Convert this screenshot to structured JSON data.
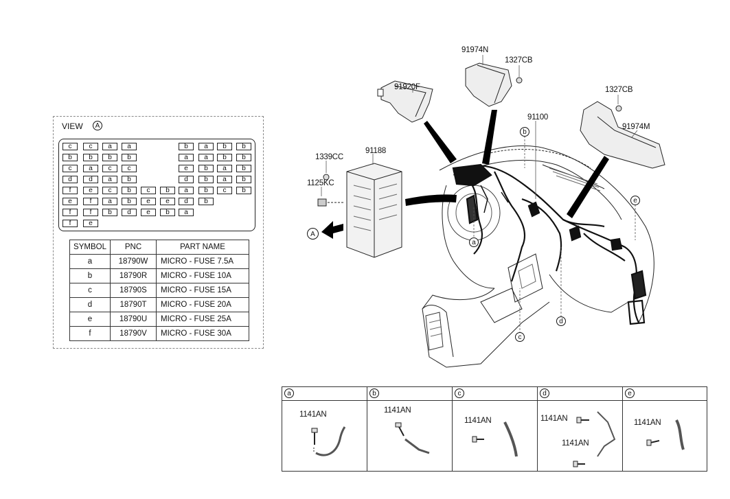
{
  "view": {
    "title": "VIEW",
    "marker": "A",
    "fuse_rows": [
      [
        "c",
        "c",
        "a",
        "a",
        "",
        "",
        "b",
        "a",
        "b",
        "b"
      ],
      [
        "b",
        "b",
        "b",
        "b",
        "",
        "",
        "a",
        "a",
        "b",
        "b"
      ],
      [
        "c",
        "a",
        "c",
        "c",
        "",
        "",
        "e",
        "b",
        "a",
        "b"
      ],
      [
        "d",
        "d",
        "a",
        "b",
        "",
        "",
        "d",
        "b",
        "a",
        "b"
      ],
      [
        "f",
        "e",
        "c",
        "b",
        "c",
        "b",
        "a",
        "b",
        "c",
        "b"
      ],
      [
        "e",
        "f",
        "a",
        "b",
        "e",
        "e",
        "d",
        "b",
        "",
        ""
      ],
      [
        "f",
        "f",
        "b",
        "d",
        "e",
        "b",
        "a",
        "",
        "",
        ""
      ],
      [
        "f",
        "e",
        "",
        "",
        "",
        "",
        "",
        "",
        "",
        ""
      ]
    ],
    "table": {
      "headers": [
        "SYMBOL",
        "PNC",
        "PART NAME"
      ],
      "rows": [
        [
          "a",
          "18790W",
          "MICRO - FUSE 7.5A"
        ],
        [
          "b",
          "18790R",
          "MICRO - FUSE 10A"
        ],
        [
          "c",
          "18790S",
          "MICRO - FUSE 15A"
        ],
        [
          "d",
          "18790T",
          "MICRO - FUSE 20A"
        ],
        [
          "e",
          "18790U",
          "MICRO - FUSE 25A"
        ],
        [
          "f",
          "18790V",
          "MICRO - FUSE 30A"
        ]
      ]
    }
  },
  "parts": {
    "p91920F": "91920F",
    "p91974N": "91974N",
    "p1327CB_a": "1327CB",
    "p1327CB_b": "1327CB",
    "p91974M": "91974M",
    "p91100": "91100",
    "p91188": "91188",
    "p1339CC": "1339CC",
    "p1125KC": "1125KC"
  },
  "callouts": {
    "view_arrow": "A",
    "a": "a",
    "b": "b",
    "c": "c",
    "d": "d",
    "e": "e"
  },
  "details": [
    {
      "letter": "a",
      "part": "1141AN"
    },
    {
      "letter": "b",
      "part": "1141AN"
    },
    {
      "letter": "c",
      "part": "1141AN"
    },
    {
      "letter": "d",
      "part": "1141AN",
      "part2": "1141AN"
    },
    {
      "letter": "e",
      "part": "1141AN"
    }
  ]
}
